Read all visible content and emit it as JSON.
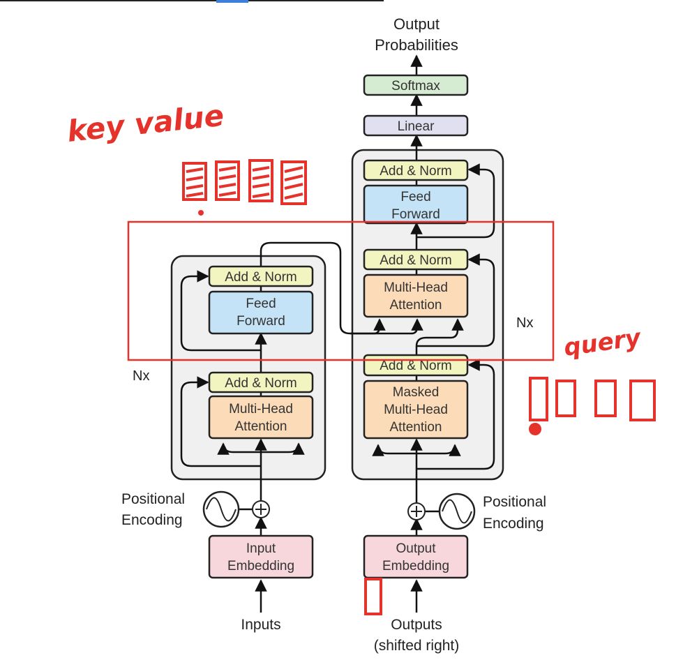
{
  "encoder": {
    "nx_label": "Nx",
    "add_norm_top": "Add & Norm",
    "feed_forward": [
      "Feed",
      "Forward"
    ],
    "add_norm_bottom": "Add & Norm",
    "attention": [
      "Multi-Head",
      "Attention"
    ],
    "positional_encoding": [
      "Positional",
      "Encoding"
    ],
    "embedding": [
      "Input",
      "Embedding"
    ],
    "input_label": "Inputs"
  },
  "decoder": {
    "nx_label": "Nx",
    "add_norm_top": "Add & Norm",
    "feed_forward": [
      "Feed",
      "Forward"
    ],
    "add_norm_middle": "Add & Norm",
    "cross_attention": [
      "Multi-Head",
      "Attention"
    ],
    "add_norm_bottom": "Add & Norm",
    "masked_attention": [
      "Masked",
      "Multi-Head",
      "Attention"
    ],
    "positional_encoding": [
      "Positional",
      "Encoding"
    ],
    "embedding": [
      "Output",
      "Embedding"
    ],
    "output_label": [
      "Outputs",
      "(shifted right)"
    ]
  },
  "head": {
    "linear": "Linear",
    "softmax": "Softmax",
    "output_title": [
      "Output",
      "Probabilities"
    ]
  },
  "annotations": {
    "key_value_note": "key value",
    "query_note": "query"
  },
  "colors": {
    "add_norm": "#f3f5c0",
    "feed_forward": "#c5e3f6",
    "attention": "#fcdcb8",
    "embedding": "#f8d7dc",
    "linear": "#e1e0f0",
    "softmax": "#d6ecd2",
    "layer_bg": "#f0f0f0",
    "annotation": "#e5322b"
  }
}
